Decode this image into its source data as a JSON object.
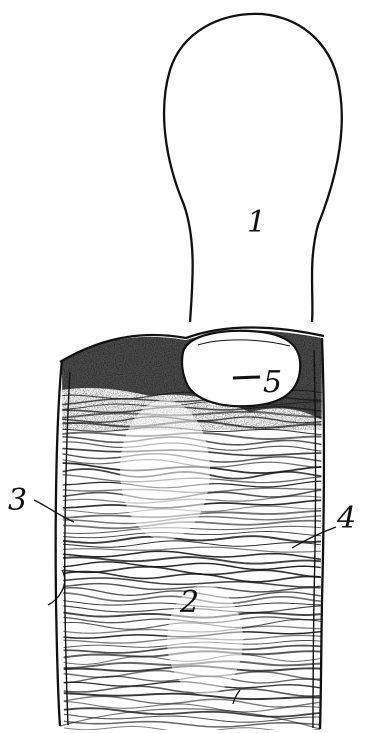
{
  "figure": {
    "labels": {
      "l1": "1",
      "l2": "2",
      "l3": "3",
      "l4": "4",
      "l5": "5"
    },
    "colors": {
      "ink": "#111111",
      "paper": "#ffffff"
    }
  }
}
